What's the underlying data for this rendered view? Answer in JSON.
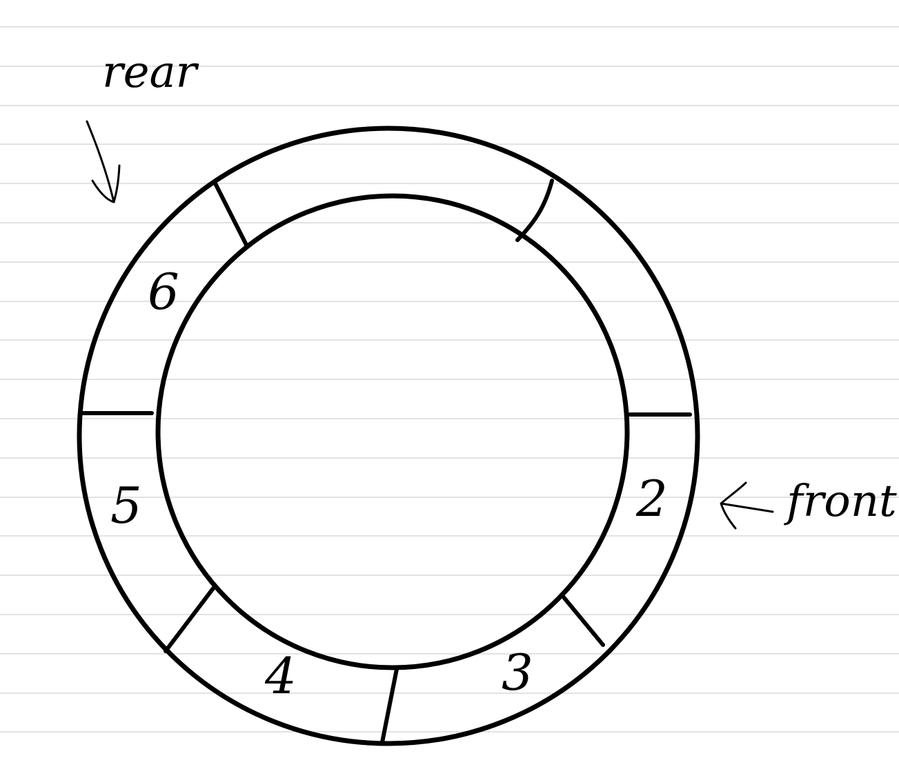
{
  "diagram": {
    "labels": {
      "rear": "rear",
      "front": "front"
    },
    "slots": [
      {
        "id": "slot-top",
        "value": ""
      },
      {
        "id": "slot-right",
        "value": "2"
      },
      {
        "id": "slot-bottom-right",
        "value": "3"
      },
      {
        "id": "slot-bottom",
        "value": "4"
      },
      {
        "id": "slot-left",
        "value": "5"
      },
      {
        "id": "slot-top-left",
        "value": "6"
      }
    ],
    "colors": {
      "ink": "#000000",
      "ruled_line": "#d9d9d9",
      "paper": "#ffffff"
    }
  }
}
